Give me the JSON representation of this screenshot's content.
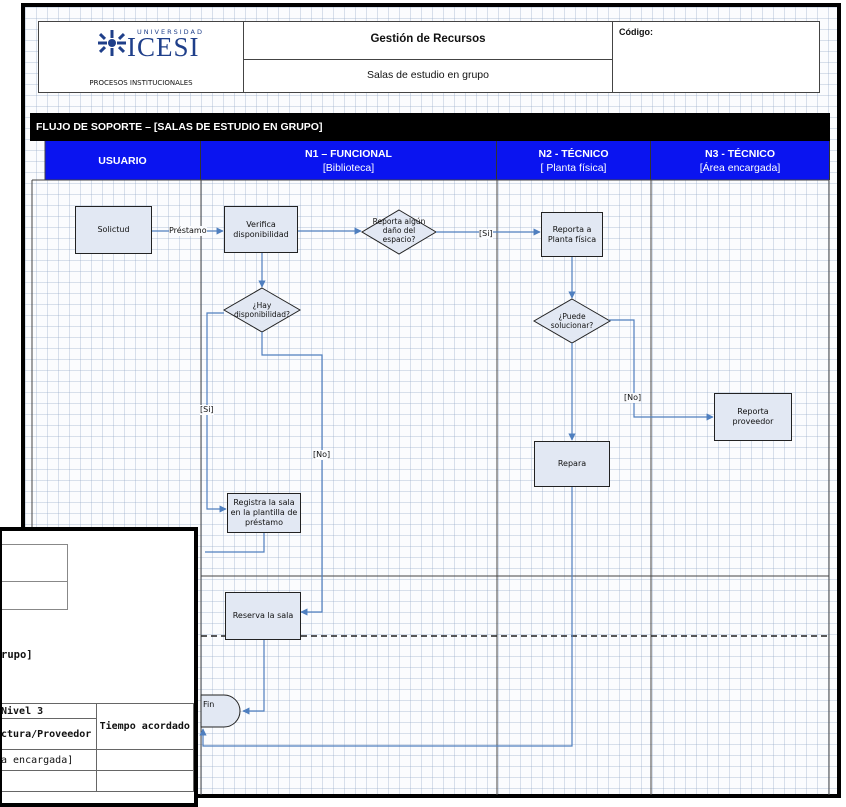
{
  "header": {
    "logo_university": "UNIVERSIDAD",
    "logo_name": "ICESI",
    "logo_subtitle": "PROCESOS INSTITUCIONALES",
    "title": "Gestión de Recursos",
    "subtitle": "Salas de estudio en grupo",
    "code_label": "Código:"
  },
  "flow_title": "FLUJO DE SOPORTE – [SALAS DE ESTUDIO EN GRUPO]",
  "lanes": [
    {
      "title": "USUARIO",
      "subtitle": ""
    },
    {
      "title": "N1 – FUNCIONAL",
      "subtitle": "[Biblioteca]"
    },
    {
      "title": "N2 - TÉCNICO",
      "subtitle": "[ Planta física]"
    },
    {
      "title": "N3 - TÉCNICO",
      "subtitle": "[Área encargada]"
    }
  ],
  "nodes": {
    "solicitud": "Solictud",
    "verifica": "Verifica disponibilidad",
    "reporta_dano": "Reporta algún daño del espacio?",
    "reporta_planta": "Reporta a Planta física",
    "hay_disponibilidad": "¿Hay disponibilidad?",
    "puede_solucionar": "¿Puede solucionar?",
    "reporta_proveedor": "Reporta proveedor",
    "repara": "Repara",
    "registra": "Registra la sala en la plantilla de préstamo",
    "reserva": "Reserva la sala",
    "fin": "Fin"
  },
  "edge_labels": {
    "prestamo": "Préstamo",
    "si_1": "[Si]",
    "si_2": "[Si]",
    "no_1": "[No]",
    "no_2": "[No]"
  },
  "front_sheet": {
    "title_fragment": "rupo]",
    "nivel": "Nivel 3",
    "col_header": "ctura/Proveedor",
    "tiempo": "Tiempo acordado",
    "row_value": "a encargada]"
  },
  "colors": {
    "lane_header": "#0a14f0",
    "flow_bar": "#000000",
    "process_fill": "#e2e8f3",
    "connector": "#4f7fbf"
  }
}
